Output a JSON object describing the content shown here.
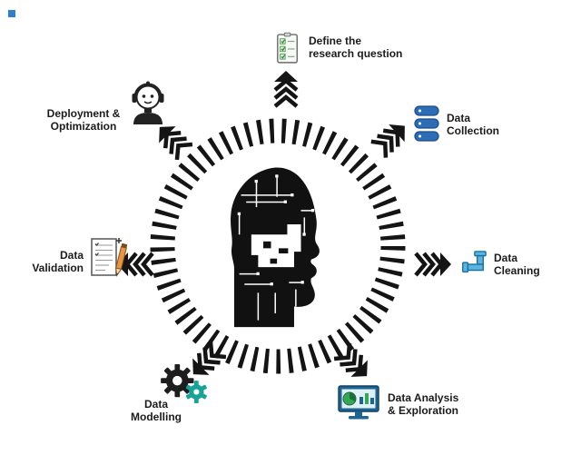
{
  "diagram": {
    "center": {
      "icon": "circuit-head-icon"
    },
    "ring": {
      "style": "radial-tick-circle",
      "color": "#141414"
    },
    "nodes": {
      "define": {
        "icon": "checklist-icon",
        "lines": [
          "Define the",
          "research question"
        ]
      },
      "collection": {
        "icon": "database-icon",
        "lines": [
          "Data",
          "Collection"
        ]
      },
      "cleaning": {
        "icon": "pipe-icon",
        "lines": [
          "Data",
          "Cleaning"
        ]
      },
      "analysis": {
        "icon": "monitor-chart-icon",
        "lines": [
          "Data Analysis",
          "& Exploration"
        ]
      },
      "modelling": {
        "icon": "gears-icon",
        "lines": [
          "Data",
          "Modelling"
        ]
      },
      "validation": {
        "icon": "document-pencil-icon",
        "lines": [
          "Data",
          "Validation"
        ]
      },
      "deployment": {
        "icon": "robot-head-icon",
        "lines": [
          "Deployment &",
          "Optimization"
        ]
      }
    },
    "colors": {
      "arrow": "#141414",
      "ring": "#141414",
      "label_text": "#1b1b1b",
      "database_blue": "#2e6db4",
      "pipe_blue": "#5ab4e0",
      "gear_dark": "#1d1d1d",
      "gear_teal": "#17a398",
      "check_green": "#3d8b3d",
      "pencil_orange": "#e8953f",
      "monitor_blue": "#1f6391",
      "chart_green": "#34a853",
      "corner_mark": "#2b7fd4"
    }
  }
}
